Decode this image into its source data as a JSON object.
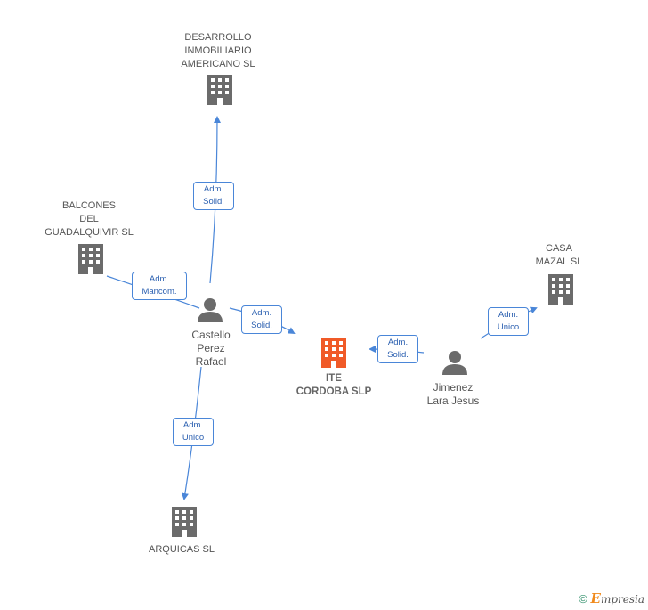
{
  "nodes": {
    "desarrollo": {
      "label": "DESARROLLO\nINMOBILIARIO\nAMERICANO SL",
      "icon": "building-icon"
    },
    "balcones": {
      "label": "BALCONES\nDEL\nGUADALQUIVIR SL",
      "icon": "building-icon"
    },
    "casa": {
      "label": "CASA\nMAZAL SL",
      "icon": "building-icon"
    },
    "ite": {
      "label": "ITE\nCORDOBA SLP",
      "icon": "building-icon"
    },
    "arquicas": {
      "label": "ARQUICAS SL",
      "icon": "building-icon"
    },
    "castello": {
      "label": "Castello\nPerez\nRafael",
      "icon": "person-icon"
    },
    "jimenez": {
      "label": "Jimenez\nLara Jesus",
      "icon": "person-icon"
    }
  },
  "edges": {
    "castello_desarrollo": "Adm.\nSolid.",
    "castello_balcones": "Adm.\nMancom.",
    "castello_ite": "Adm.\nSolid.",
    "jimenez_ite": "Adm.\nSolid.",
    "jimenez_casa": "Adm.\nUnico",
    "castello_arquicas": "Adm.\nUnico"
  },
  "colors": {
    "building": "#6b6b6b",
    "building_highlight": "#f05a28",
    "person": "#6b6b6b",
    "edge": "#4a86d8"
  },
  "footer": {
    "copyright_symbol": "©",
    "brand_initial": "E",
    "brand_rest": "mpresia"
  }
}
